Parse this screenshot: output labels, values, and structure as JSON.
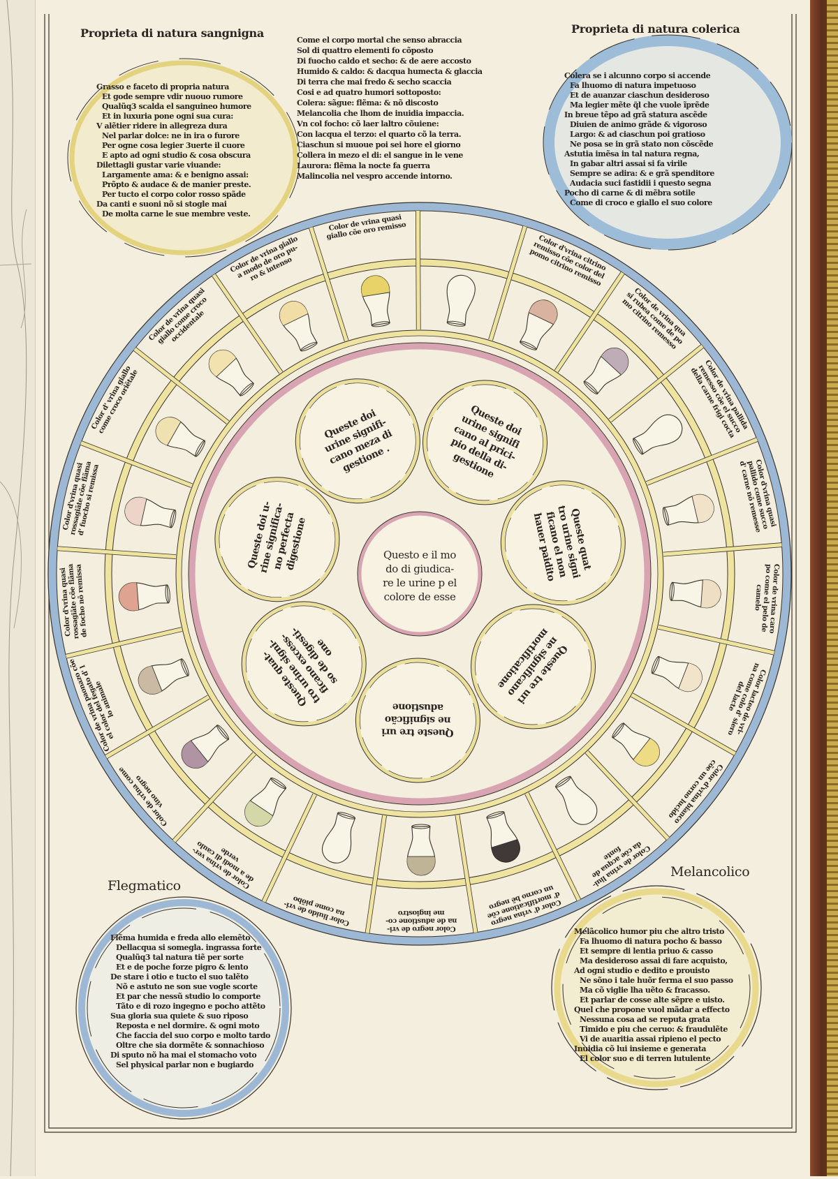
{
  "titles": {
    "sanguine": "Proprieta di natura sangnigna",
    "choleric": "Proprieta di natura colerica",
    "phlegmatic": "Flegmatico",
    "melancholic": "Melancolico"
  },
  "verses": {
    "sanguine": [
      "Grasso e faceto di propria natura",
      "Et gode sempre vdir nuouo rumore",
      "Qualũq3 scalda el sanguineo humore",
      "Et in luxuria pone ogni sua cura:",
      "V alẽtier ridere in allegreza dura",
      "Nel parlar dolce: ne in ira o furore",
      "Per ogne cosa legier 3uerte il cuore",
      "E apto ad ogni studio & cosa obscura",
      "Dilettagli gustar varie viuande:",
      "Largamente ama: & e benigno assai:",
      "Prõpto & audace & de manier preste.",
      "Per tucto el corpo color rosso spãde",
      "Da canti e suoni nõ si stogle mai",
      "De molta carne le sue membre veste."
    ],
    "center": [
      "Come el corpo mortal che senso abraccia",
      "Sol di quattro elementi fo cõposto",
      "Di fuocho caldo et secho: & de aere accosto",
      "Humido & caldo: & dacqua humecta & glaccia",
      "Di terra che mai fredo & secho scaccia",
      "Cosi e ad quatro humori sottoposto:",
      "Colera: sãgue: flẽma: & nõ discosto",
      "Melancolia che lhom de inuidia impaccia.",
      "Vn col focho: cõ laer laltro cõuiene:",
      "Con lacqua el terzo: el quarto cõ la terra.",
      "Ciaschun si muoue poi sei hore el giorno",
      "Collera in mezo el di: el sangue in le vene",
      "Laurora: flẽma la nocte fa guerra",
      "Malincolia nel vespro accende intorno."
    ],
    "choleric": [
      "Colera se i alcunno corpo si accende",
      "Fa lhuomo di natura impetuoso",
      "Et de auanzar ciaschun desideroso",
      "Ma legier mẽte q̃l che vuole ĩprẽde",
      "In breue tẽpo ad grã statura ascẽde",
      "Diuien de animo grãde & vigoroso",
      "Largo: & ad ciaschun poi gratioso",
      "Ne posa se in grã stato non cõscẽde",
      "Astutia imẽsa in tal natura regna,",
      "In gabar altri assai si fa virile",
      "Sempre se adira: & e grã spenditore",
      "Audacia suci fastidii i questo segna",
      "Pocho di carne & di mẽbra sotile",
      "Come di croco e giallo el suo colore"
    ],
    "phlegmatic": [
      "Flẽma humida e freda allo elemẽto",
      "Dellacqua si somegla. ingrassa forte",
      "Qualũq3 tal natura tiẽ per sorte",
      "Et e de poche forze pigro & lento",
      "De stare i otio e tucto el suo talẽto",
      "Nõ e astuto ne son sue vogle scorte",
      "Et par che nessũ studio lo comporte",
      "Tãto e di rozo ingegno e pocho attẽto",
      "Sua gloria sua quiete & suo riposo",
      "Reposta e nel dormire. & ogni moto",
      "Che faccia del suo corpo e molto tardo",
      "Oltre che sia dormẽte & sonnachioso",
      "Di sputo nõ ha mai el stomacho voto",
      "Sel physical parlar non e bugiardo"
    ],
    "melancholic": [
      "Melãcolico humor piu che altro tristo",
      "Fa lhuomo di natura pocho & basso",
      "Et sempre di lentia priuo & casso",
      "Ma desideroso assai di fare acquisto,",
      "Ad ogni studio e dedito e prouisto",
      "Ne sõno i tale huõr ferma el suo passo",
      "Ma cõ viglie lha uẽto & fracasso.",
      "Et parlar de cosse alte sẽpre e uisto.",
      "Quel che propone vuol mãdar a effecto",
      "Nessuna cosa ad se reputa grata",
      "Timido e piu che ceruo: & fraudulẽte",
      "Vi de auaritia assai ripieno el pecto",
      "Inuidia cõ lui insieme e generata",
      "El color suo e di terren lutulente"
    ]
  },
  "wheel": {
    "center_text": [
      "Questo e il mo",
      "do di giudica-",
      "re le urine p el",
      "colore de esse"
    ],
    "inner_circles": [
      {
        "lines": [
          "Queste doi",
          "urine signifi-",
          "cano meza di",
          "gestione ."
        ]
      },
      {
        "lines": [
          "Queste doi",
          "urine signifi",
          "cano al prici-",
          "pio della di-",
          "gestione"
        ]
      },
      {
        "lines": [
          "Queste quat",
          "tro urine signi",
          "ficano el non",
          "hauer paidito"
        ]
      },
      {
        "lines": [
          "Queste tre uri",
          "ne significano",
          "mortificatione"
        ]
      },
      {
        "lines": [
          "Queste tre uri",
          "ne significão",
          "adustione"
        ]
      },
      {
        "lines": [
          "Queste quat-",
          "tro urine signi-",
          "ficano excess-",
          "so de digesti-",
          "one"
        ]
      },
      {
        "lines": [
          "Queste doi u-",
          "rine significa-",
          "no perfecta",
          "digestione"
        ]
      }
    ],
    "segments": [
      {
        "label": [
          "Color de vrina giallo",
          "a modo de oro pu-",
          "ro & intenso"
        ],
        "fill": "#efdca0"
      },
      {
        "label": [
          "Color de vrina quasi",
          "giallo cõe oro remisso"
        ],
        "fill": "#e6cf5a"
      },
      {
        "label": [],
        "fill": null
      },
      {
        "label": [
          "Color d'vrina citrino",
          "remisso cõe color del",
          "pomo citrino remisso"
        ],
        "fill": "#d6ab98"
      },
      {
        "label": [
          "Color de vrina qua",
          "si rubea come de po",
          "mo citrino remesso"
        ],
        "fill": "#b7a5b0"
      },
      {
        "label": [
          "Color de vrina pallida",
          "remesso cõe el succo",
          "della carne frigi cocta"
        ],
        "fill": null
      },
      {
        "label": [
          "Color d'vrina quasi",
          "pallido come succo",
          "d' carne nõ remesse"
        ],
        "fill": "#efe0c6"
      },
      {
        "label": [
          "Color de vrina caro",
          "po come el pelo de",
          "camelo"
        ],
        "fill": "#ecdcc0"
      },
      {
        "label": [
          "Color lacteo de vri-",
          "na come colo d' siero",
          "del lacte"
        ],
        "fill": "#efe2c8"
      },
      {
        "label": [
          "Color d'vrina bianco",
          "cõe un corno lucido"
        ],
        "fill": "#ecd97a"
      },
      {
        "label": [
          "Color de vrina liui-",
          "da cõe acqua de",
          "fonte"
        ],
        "fill": null
      },
      {
        "label": [
          "Color d' vrina negro",
          "d' mortificatione cõe",
          "un corno bẽ negro"
        ],
        "fill": "#2b2525"
      },
      {
        "label": [
          "Color negro de vri-",
          "na de adustione co-",
          "me ingiostro"
        ],
        "fill": "#b9ad8e"
      },
      {
        "label": [
          "Color liuido de vri-",
          "na come piõbo"
        ],
        "fill": null
      },
      {
        "label": [
          "Color de vrina ver-",
          "de a modi di caulo",
          "verde"
        ],
        "fill": "#cfd4a0"
      },
      {
        "label": [
          "Color de vrina come",
          "vino negro"
        ],
        "fill": "#a98a9c"
      },
      {
        "label": [
          "Color de vrina paonazo cõe",
          "el color del fegato d' l",
          "lo animale"
        ],
        "fill": "#c4b49c"
      },
      {
        "label": [
          "Color d'vrina quasi",
          "rossagiãte cõe fiãma",
          "de focho nõ remissa"
        ],
        "fill": "#dc9a88"
      },
      {
        "label": [
          "Color d'vrina quasi",
          "rossagiãte cõe fiãma",
          "d' fuocho si remissa"
        ],
        "fill": "#ead0c4"
      },
      {
        "label": [
          "Color d' vrina giallo",
          "come croco oriẽtale"
        ],
        "fill": "#eedfaa"
      },
      {
        "label": [
          "Color de vrina quasi",
          "giallo come croco",
          "occidentale"
        ],
        "fill": "#efe0a8"
      }
    ]
  },
  "colors": {
    "paper": "#f3eedd",
    "ink": "#2a2520",
    "blue_wash": "#9db8d4",
    "yellow_wash": "#ece0a0",
    "pink_wash": "#d8a4b2"
  }
}
